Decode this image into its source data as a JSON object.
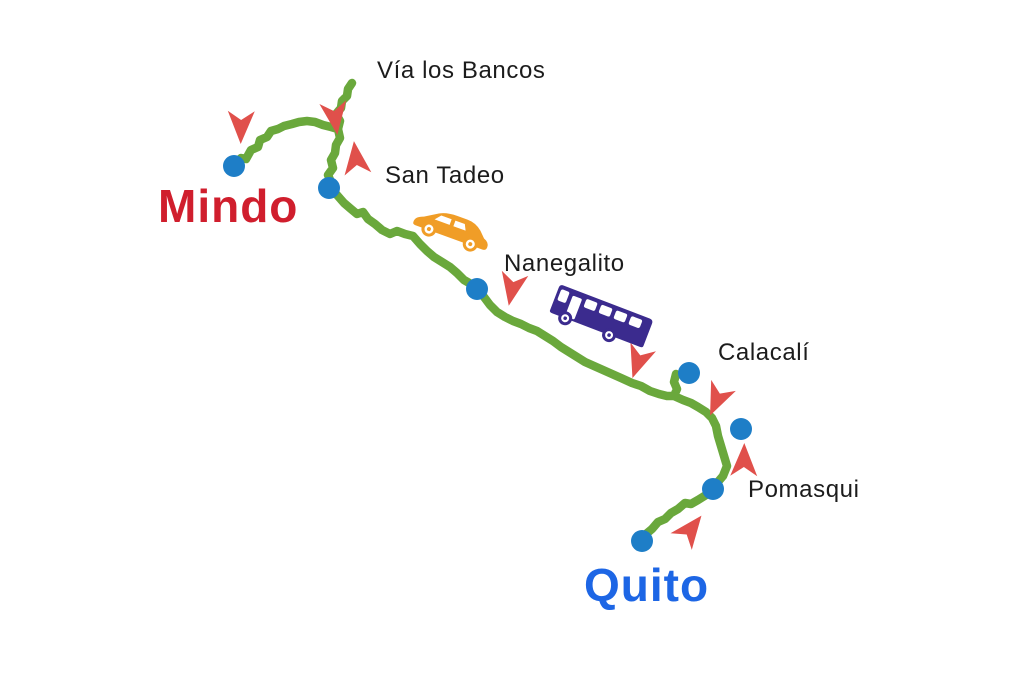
{
  "labels": {
    "mindo": "Mindo",
    "quito": "Quito",
    "via_los_bancos": "Vía los Bancos",
    "san_tadeo": "San Tadeo",
    "nanegalito": "Nanegalito",
    "calacali": "Calacalí",
    "pomasqui": "Pomasqui"
  },
  "route_info": {
    "endpoints": [
      "Quito",
      "Mindo"
    ],
    "stops_in_order": [
      "Quito",
      "Pomasqui",
      "Calacalí",
      "Nanegalito",
      "San Tadeo",
      "Mindo"
    ],
    "branch": "Vía los Bancos"
  },
  "icons": {
    "vehicles": [
      "car-icon",
      "bus-icon"
    ],
    "markers": [
      "navigation-arrow-icon",
      "waypoint-dot"
    ]
  },
  "colors": {
    "background": "#ffffff",
    "route": "#6aa83c",
    "dot": "#1e7ec7",
    "arrow": "#e0504b",
    "car": "#f09d27",
    "bus": "#3b2b8e",
    "mindo_text": "#d01e2d",
    "quito_text": "#1d66e5",
    "label_text": "#1c1c1c"
  }
}
